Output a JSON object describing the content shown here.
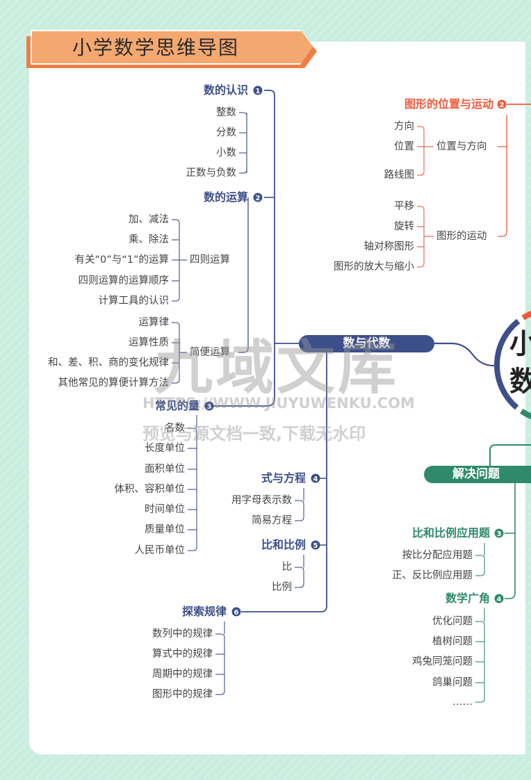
{
  "title": "小学数学思维导图",
  "center": {
    "chars": [
      "小",
      "数"
    ]
  },
  "colors": {
    "number_algebra": "#3d4f8a",
    "geometry": "#f05a3a",
    "problem_solving": "#2e8a6a",
    "banner": "#f4a870"
  },
  "number_algebra": {
    "label": "数与代数",
    "recognition": {
      "label": "数的认识",
      "num": "1",
      "items": [
        "整数",
        "分数",
        "小数",
        "正数与负数"
      ]
    },
    "operations": {
      "label": "数的运算",
      "num": "2",
      "four": {
        "label": "四则运算",
        "items": [
          "加、减法",
          "乘、除法",
          "有关“0”与“1”的运算",
          "四则运算的运算顺序",
          "计算工具的认识"
        ]
      },
      "simple": {
        "label": "简便运算",
        "items": [
          "运算律",
          "运算性质",
          "和、差、积、商的变化规律",
          "其他常见的算便计算方法"
        ]
      }
    },
    "quantities": {
      "label": "常见的量",
      "num": "3",
      "items": [
        "名数",
        "长度单位",
        "面积单位",
        "体积、容积单位",
        "时间单位",
        "质量单位",
        "人民币单位"
      ]
    },
    "equations": {
      "label": "式与方程",
      "num": "4",
      "items": [
        "用字母表示数",
        "简易方程"
      ]
    },
    "ratio": {
      "label": "比和比例",
      "num": "5",
      "items": [
        "比",
        "比例"
      ]
    },
    "patterns": {
      "label": "探索规律",
      "num": "6",
      "items": [
        "数列中的规律",
        "算式中的规律",
        "周期中的规律",
        "图形中的规律"
      ]
    }
  },
  "geometry": {
    "label": "图形的位置与运动",
    "num": "2",
    "position": {
      "label": "位置与方向",
      "items": [
        "方向",
        "位置",
        "路线图"
      ]
    },
    "motion": {
      "label": "图形的运动",
      "items": [
        "平移",
        "旋转",
        "轴对称图形",
        "图形的放大与缩小"
      ]
    }
  },
  "problem_solving": {
    "label": "解决问题",
    "ratio_problems": {
      "label": "比和比例应用题",
      "num": "3",
      "items": [
        "按比分配应用题",
        "正、反比例应用题"
      ]
    },
    "math_wide": {
      "label": "数学广角",
      "num": "4",
      "items": [
        "优化问题",
        "植树问题",
        "鸡兔同笼问题",
        "鸽巢问题",
        "……"
      ]
    }
  },
  "watermark": {
    "brand": "九域文库",
    "url": "HTTPS://WWW.JIUYUWENKU.COM",
    "note": "预览与源文档一致,下载无水印"
  }
}
